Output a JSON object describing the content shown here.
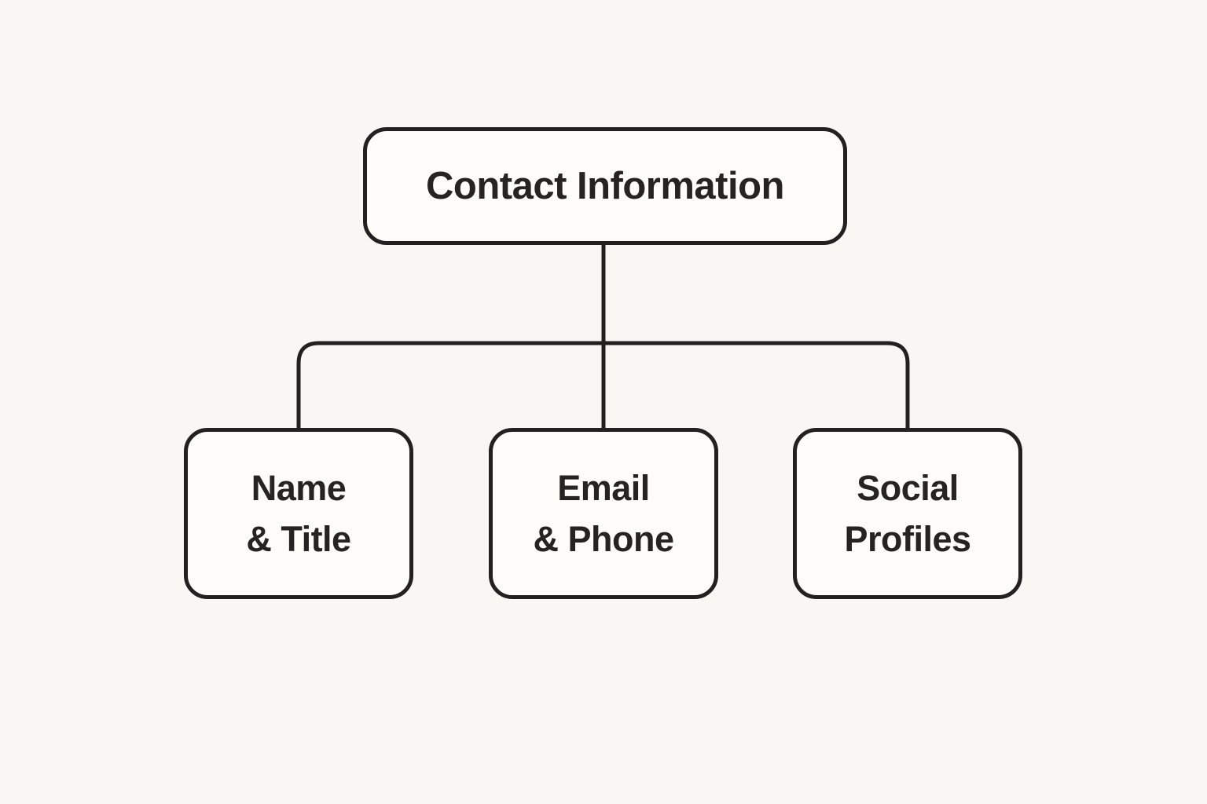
{
  "diagram": {
    "type": "flowchart",
    "root": {
      "label": "Contact Information"
    },
    "children": [
      {
        "label": "Name & Title",
        "lines": [
          "Name",
          "& Title"
        ]
      },
      {
        "label": "Email & Phone",
        "lines": [
          "Email",
          "& Phone"
        ]
      },
      {
        "label": "Social Profiles",
        "lines": [
          "Social",
          "Profiles"
        ]
      }
    ],
    "colors": {
      "background": "#f8f7f3",
      "node_fill": "#fdfcf9",
      "stroke": "#222020",
      "text": "#262422"
    }
  }
}
